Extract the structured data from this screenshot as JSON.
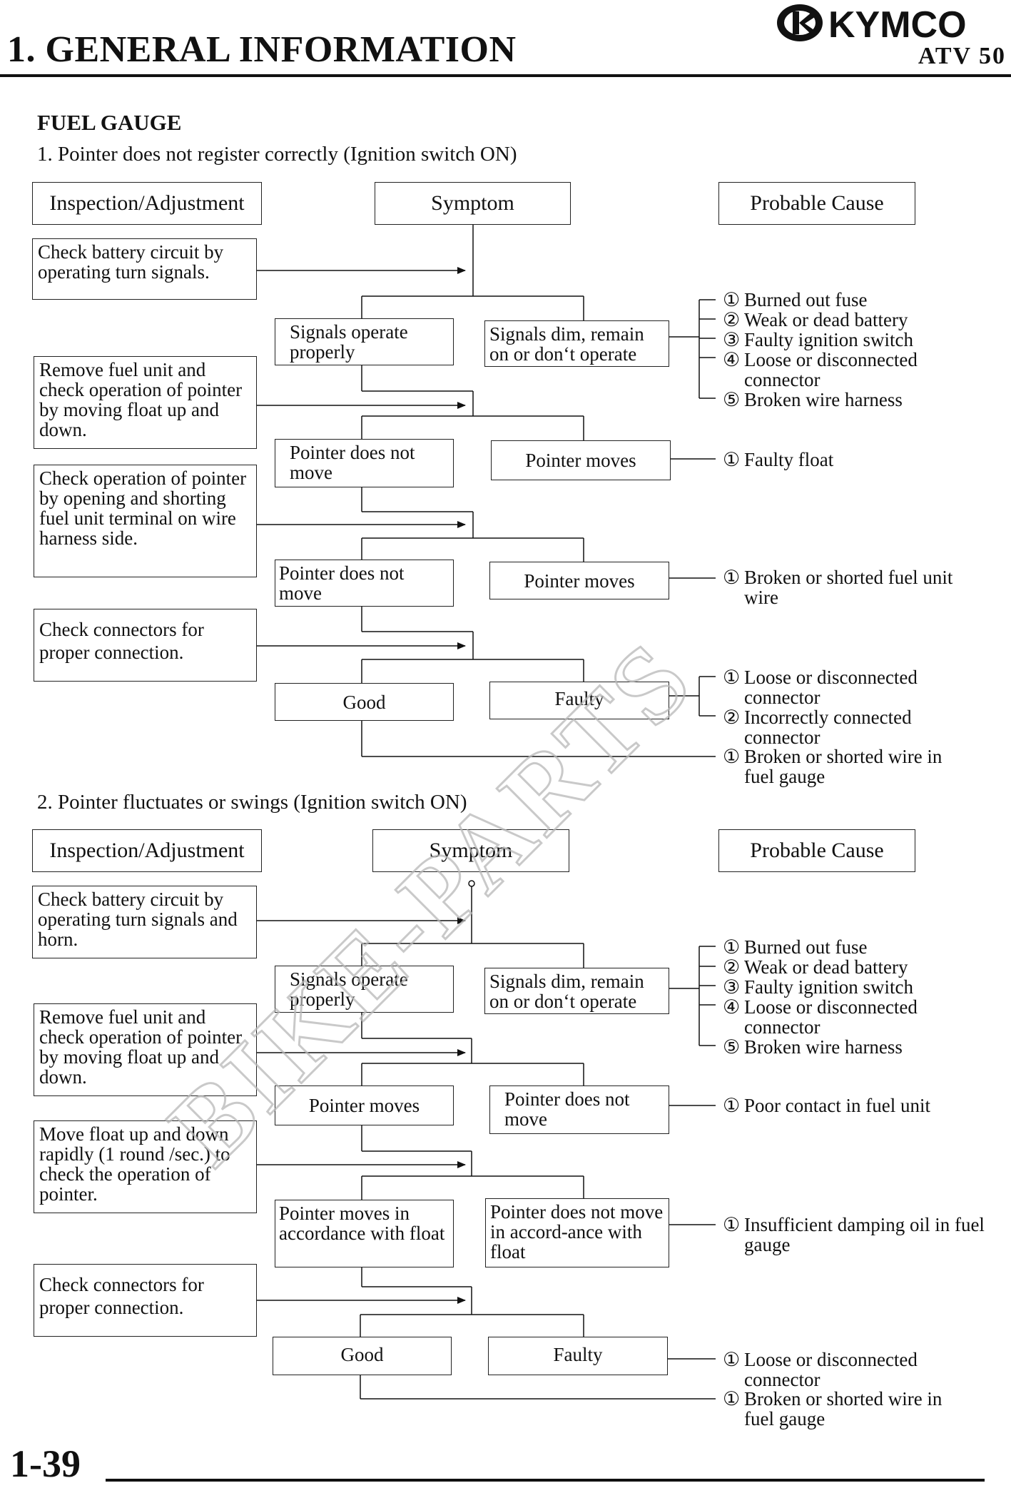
{
  "header": {
    "title": "1. GENERAL INFORMATION",
    "brand": "KYMCO",
    "model": "ATV 50"
  },
  "section": "FUEL GAUGE",
  "part1": {
    "subtitle": "1. Pointer does not register correctly (Ignition switch ON)",
    "headers": {
      "inspection": "Inspection/Adjustment",
      "symptom": "Symptom",
      "cause": "Probable Cause"
    },
    "steps": [
      "Check battery circuit by operating turn signals.",
      "Remove fuel unit and check operation of pointer by moving float up and down.",
      "Check operation of pointer by opening and shorting fuel unit terminal on wire harness side.",
      "Check connectors for proper connection."
    ],
    "symptoms": {
      "r1_left": "Signals operate properly",
      "r1_right": "Signals dim, remain on or don‘t operate",
      "r2_left": "Pointer does not move",
      "r2_right": "Pointer moves",
      "r3_left": "Pointer does not move",
      "r3_right": "Pointer moves",
      "r4_left": "Good",
      "r4_right": "Faulty"
    },
    "causes": {
      "g1": [
        "Burned out fuse",
        "Weak or dead battery",
        "Faulty ignition switch",
        "Loose or disconnected connector",
        "Broken wire harness"
      ],
      "g2": [
        "Faulty float"
      ],
      "g3": [
        "Broken or shorted fuel unit wire"
      ],
      "g4": [
        "Loose or disconnected connector",
        "Incorrectly connected connector"
      ],
      "g5": [
        "Broken or shorted wire in fuel gauge"
      ]
    }
  },
  "part2": {
    "subtitle": "2. Pointer fluctuates or swings (Ignition switch ON)",
    "headers": {
      "inspection": "Inspection/Adjustment",
      "symptom": "Symptom",
      "cause": "Probable Cause"
    },
    "steps": [
      "Check battery circuit by operating turn signals and horn.",
      "Remove fuel unit and check operation of pointer by moving float up and down.",
      "Move float up and down rapidly (1 round /sec.) to check the operation of pointer.",
      "Check connectors for proper connection."
    ],
    "symptoms": {
      "r1_left": "Signals operate properly",
      "r1_right": "Signals dim, remain on or don‘t operate",
      "r2_left": "Pointer moves",
      "r2_right": "Pointer does not move",
      "r3_left": "Pointer moves in accordance with float",
      "r3_right": "Pointer does not move in accord-ance with float",
      "r4_left": "Good",
      "r4_right": "Faulty"
    },
    "causes": {
      "g1": [
        "Burned out fuse",
        "Weak or dead battery",
        "Faulty ignition switch",
        "Loose or disconnected connector",
        "Broken wire harness"
      ],
      "g2": [
        "Poor contact in fuel unit"
      ],
      "g3": [
        "Insufficient damping oil in fuel gauge"
      ],
      "g4": [
        "Loose or disconnected connector"
      ],
      "g5": [
        "Broken or shorted wire in fuel gauge"
      ]
    }
  },
  "watermark": "BIKE-PARTS",
  "page_number": "1-39"
}
